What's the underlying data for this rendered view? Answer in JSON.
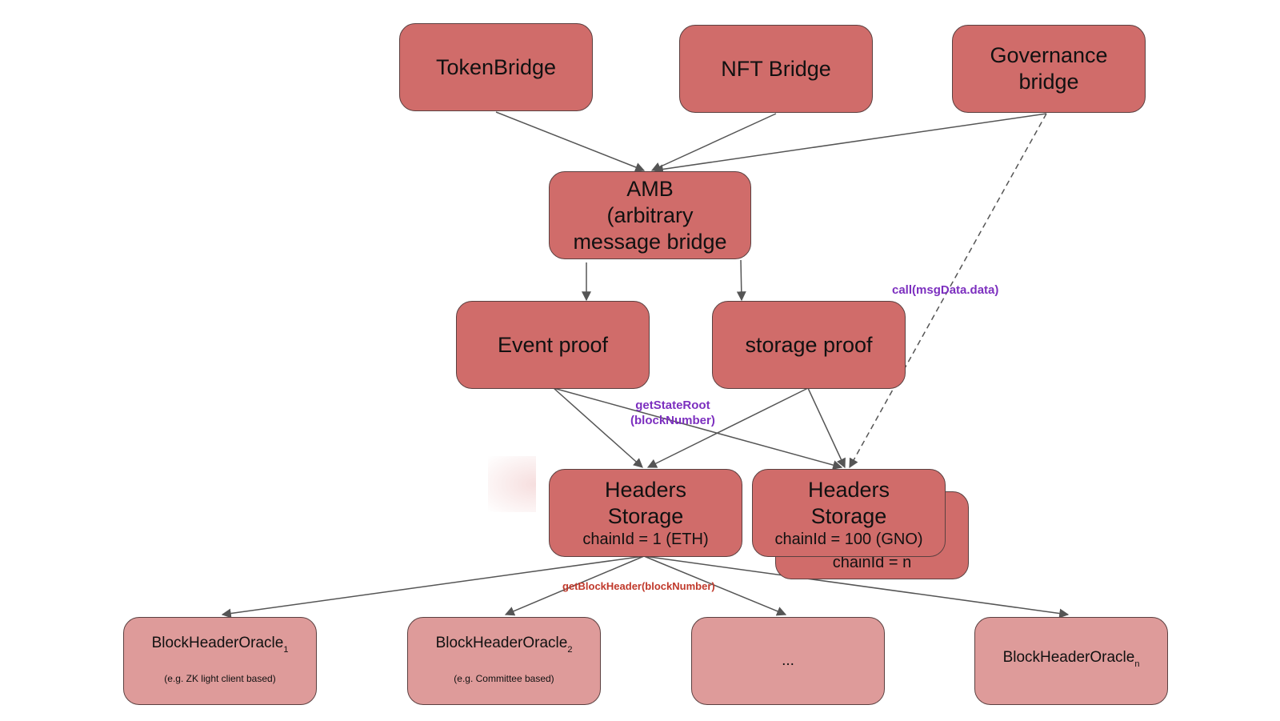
{
  "diagram": {
    "nodes": {
      "token_bridge": "TokenBridge",
      "nft_bridge": "NFT Bridge",
      "governance_line1": "Governance",
      "governance_line2": "bridge",
      "amb_line1": "AMB",
      "amb_line2": "(arbitrary",
      "amb_line3": "message bridge",
      "event_proof": "Event proof",
      "storage_proof": "storage proof",
      "headers_eth_line1": "Headers",
      "headers_eth_line2": "Storage",
      "headers_eth_chain": "chainId = 1 (ETH)",
      "headers_gno_line1": "Headers",
      "headers_gno_line2": "Storage",
      "headers_gno_chain": "chainId = 100 (GNO)",
      "headers_n_chain": "chainId = n",
      "oracle1_name": "BlockHeaderOracle",
      "oracle1_sub": "1",
      "oracle1_note": "(e.g. ZK light client based)",
      "oracle2_name": "BlockHeaderOracle",
      "oracle2_sub": "2",
      "oracle2_note": "(e.g. Committee based)",
      "oracle_ellipsis": "...",
      "oraclen_name": "BlockHeaderOracle",
      "oraclen_sub": "n"
    },
    "edge_labels": {
      "call": "call(msgData.data)",
      "get_state_root_line1": "getStateRoot",
      "get_state_root_line2": "(blockNumber)",
      "get_block_header": "getBlockHeader(blockNumber)"
    },
    "colors": {
      "node_dark": "#d06c6a",
      "node_light": "#de9b9a",
      "edge": "#555555",
      "label_purple": "#7c2fbf",
      "label_red": "#c0392b"
    }
  }
}
